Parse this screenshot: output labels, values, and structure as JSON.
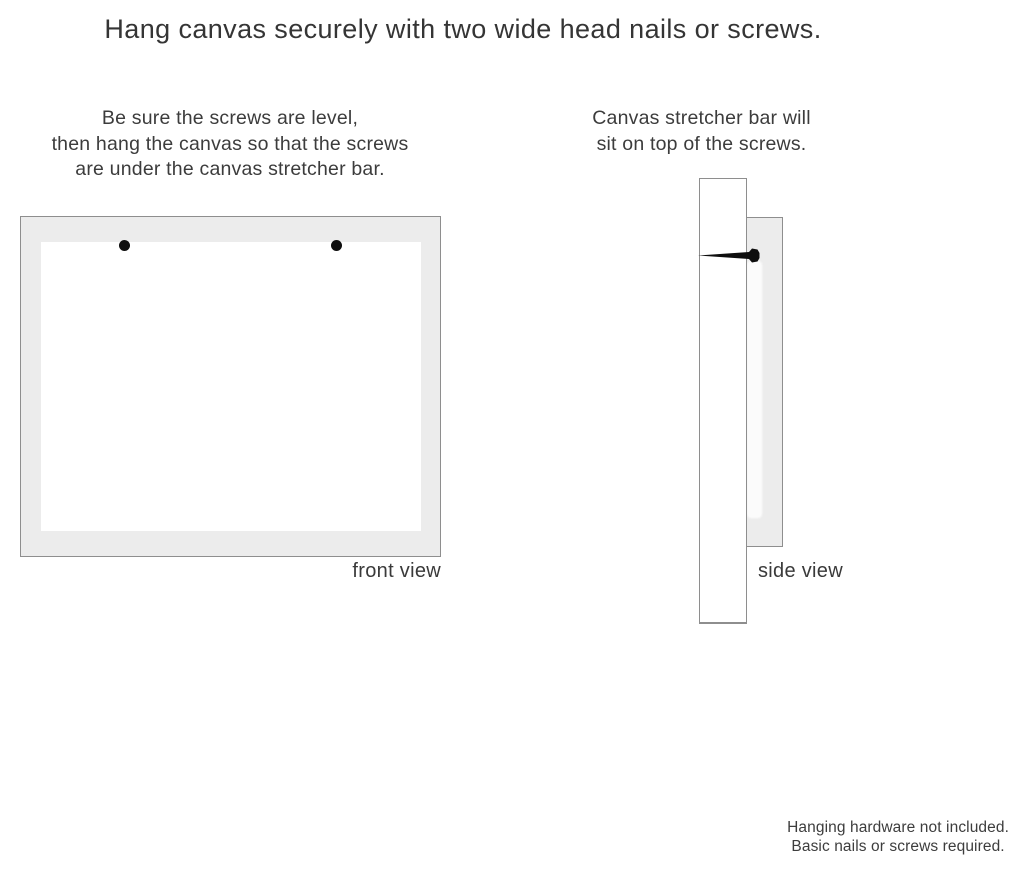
{
  "title": "Hang canvas securely with two wide head nails or screws.",
  "instructions": {
    "left_note": {
      "lines": [
        "Be sure the screws are level,",
        "then hang the canvas so that the screws",
        "are under the canvas stretcher bar."
      ]
    },
    "right_note": {
      "lines": [
        "Canvas stretcher bar will",
        "sit on top of the screws."
      ]
    }
  },
  "diagrams": {
    "front_view": {
      "label": "front view"
    },
    "side_view": {
      "label": "side view"
    }
  },
  "footnote": {
    "lines": [
      "Hanging hardware not included.",
      "Basic nails or screws required."
    ]
  },
  "colors": {
    "background": "#ffffff",
    "canvas_gray": "#ececec",
    "outline_gray": "#8e8e8e",
    "text_gray": "#3a3a3a",
    "fastener_black": "#0e0e0e"
  }
}
